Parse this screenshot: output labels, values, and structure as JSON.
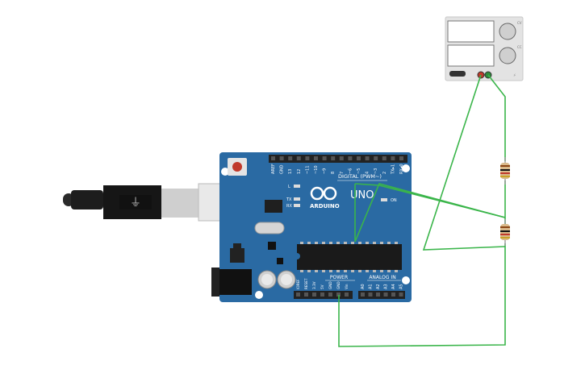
{
  "board": {
    "brand": "ARDUINO",
    "model": "UNO",
    "digital_header_label": "DIGITAL (PWM~)",
    "power_label": "POWER",
    "analog_label": "ANALOG IN",
    "led_l": "L",
    "led_tx": "TX",
    "led_rx": "RX",
    "led_on": "ON",
    "digital_pins": [
      "AREF",
      "GND",
      "13",
      "12",
      "~11",
      "~10",
      "~9",
      "8",
      "7",
      "~6",
      "~5",
      "4",
      "~3",
      "2",
      "TX▸1",
      "RX◂0"
    ],
    "power_pins": [
      "IOREF",
      "RESET",
      "3.3V",
      "5V",
      "GND",
      "GND",
      "Vin"
    ],
    "analog_pins": [
      "A0",
      "A1",
      "A2",
      "A3",
      "A4",
      "A5"
    ]
  },
  "power_supply": {
    "labels": [
      "CV",
      "CC"
    ]
  },
  "components": {
    "resistor_1": "resistor",
    "resistor_2": "resistor",
    "usb_cable": "usb-cable"
  },
  "colors": {
    "board_blue": "#2a6aa3",
    "wire_green": "#3ab54a",
    "header_black": "#222222"
  }
}
